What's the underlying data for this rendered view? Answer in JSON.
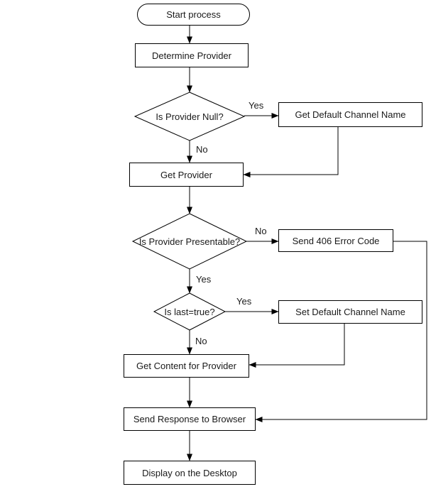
{
  "diagram": {
    "nodes": {
      "start": {
        "label": "Start process",
        "shape": "terminator"
      },
      "determine_provider": {
        "label": "Determine Provider",
        "shape": "process"
      },
      "is_provider_null": {
        "label": "Is Provider Null?",
        "shape": "decision"
      },
      "get_default_channel_name": {
        "label": "Get Default Channel Name",
        "shape": "process"
      },
      "get_provider": {
        "label": "Get Provider",
        "shape": "process"
      },
      "is_provider_presentable": {
        "label": "Is Provider Presentable?",
        "shape": "decision"
      },
      "send_406_error_code": {
        "label": "Send 406 Error Code",
        "shape": "process"
      },
      "is_last_true": {
        "label": "Is last=true?",
        "shape": "decision"
      },
      "set_default_channel_name": {
        "label": "Set Default Channel Name",
        "shape": "process"
      },
      "get_content_for_provider": {
        "label": "Get Content for Provider",
        "shape": "process"
      },
      "send_response_to_browser": {
        "label": "Send Response to Browser",
        "shape": "process"
      },
      "display_on_the_desktop": {
        "label": "Display on the Desktop",
        "shape": "process"
      }
    },
    "edge_labels": {
      "provider_null_yes": "Yes",
      "provider_null_no": "No",
      "presentable_no": "No",
      "presentable_yes": "Yes",
      "last_true_yes": "Yes",
      "last_true_no": "No"
    },
    "colors": {
      "line": "#000000",
      "shape_fill": "#ffffff",
      "text": "#1a1a1a",
      "background": "#ffffff"
    }
  }
}
